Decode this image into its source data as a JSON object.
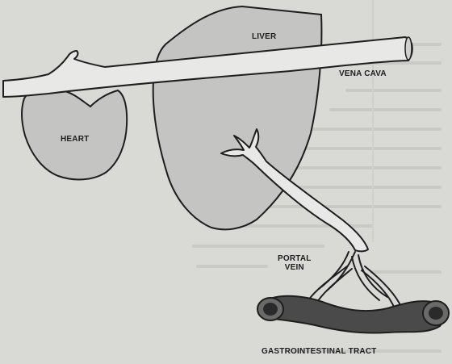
{
  "labels": {
    "liver": "LIVER",
    "vena_cava": "VENA CAVA",
    "heart": "HEART",
    "portal_vein_line1": "PORTAL",
    "portal_vein_line2": "VEIN",
    "gi_tract": "GASTROINTESTINAL TRACT"
  },
  "colors": {
    "paper": "#d9d9d6",
    "organ_fill": "#c4c4c2",
    "vessel_fill": "#e8e8e6",
    "tract_fill": "#4a4a4a",
    "ink": "#1e1e1e"
  }
}
